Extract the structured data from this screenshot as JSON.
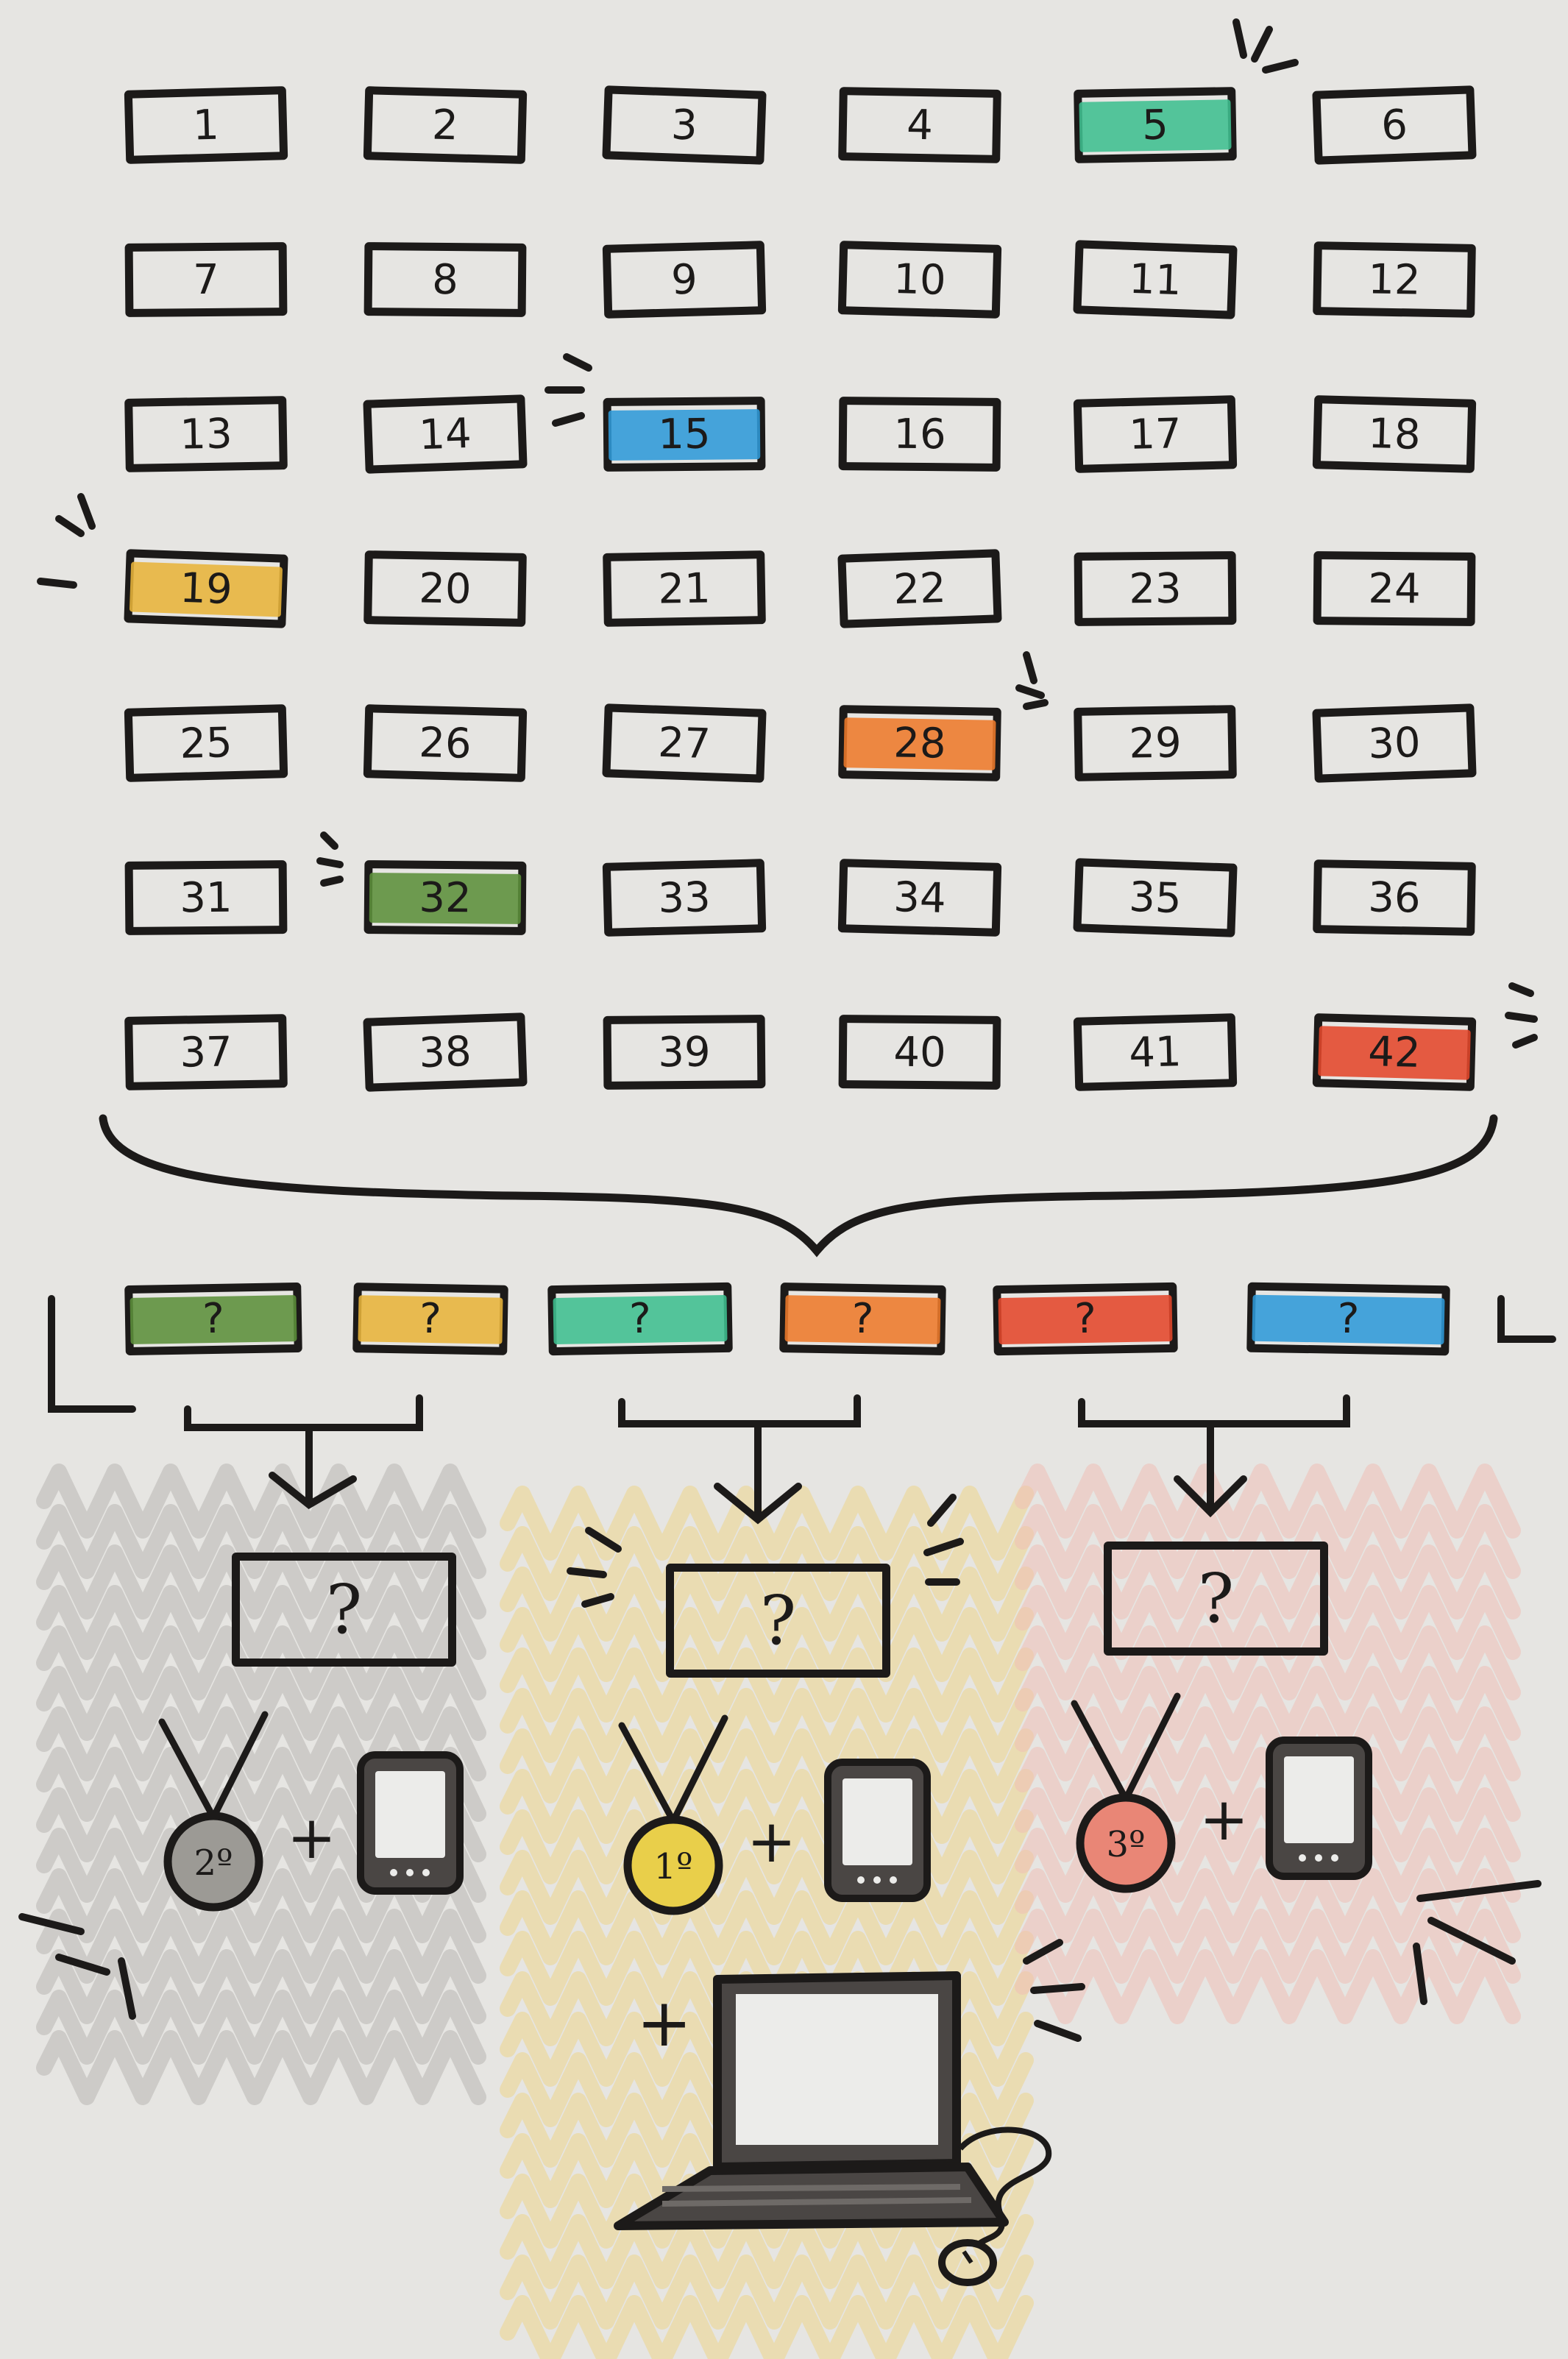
{
  "colors": {
    "ink": "#1c1a19",
    "background": "#e6e5e2",
    "teal": "#3fbf8f",
    "blue": "#2f9ad8",
    "yellow": "#e8b43a",
    "orange": "#ee7a2a",
    "green": "#5c8f3a",
    "red": "#e4472a",
    "silver": "#9c9a95",
    "gold": "#e9cf4a",
    "bronze": "#e98676"
  },
  "grid": {
    "cells": [
      {
        "label": "1"
      },
      {
        "label": "2"
      },
      {
        "label": "3"
      },
      {
        "label": "4"
      },
      {
        "label": "5",
        "color": "teal"
      },
      {
        "label": "6"
      },
      {
        "label": "7"
      },
      {
        "label": "8"
      },
      {
        "label": "9"
      },
      {
        "label": "10"
      },
      {
        "label": "11"
      },
      {
        "label": "12"
      },
      {
        "label": "13"
      },
      {
        "label": "14"
      },
      {
        "label": "15",
        "color": "blue"
      },
      {
        "label": "16"
      },
      {
        "label": "17"
      },
      {
        "label": "18"
      },
      {
        "label": "19",
        "color": "yellow"
      },
      {
        "label": "20"
      },
      {
        "label": "21"
      },
      {
        "label": "22"
      },
      {
        "label": "23"
      },
      {
        "label": "24"
      },
      {
        "label": "25"
      },
      {
        "label": "26"
      },
      {
        "label": "27"
      },
      {
        "label": "28",
        "color": "orange"
      },
      {
        "label": "29"
      },
      {
        "label": "30"
      },
      {
        "label": "31"
      },
      {
        "label": "32",
        "color": "green"
      },
      {
        "label": "33"
      },
      {
        "label": "34"
      },
      {
        "label": "35"
      },
      {
        "label": "36"
      },
      {
        "label": "37"
      },
      {
        "label": "38"
      },
      {
        "label": "39"
      },
      {
        "label": "40"
      },
      {
        "label": "41"
      },
      {
        "label": "42",
        "color": "red"
      }
    ]
  },
  "selected": {
    "boxes": [
      {
        "label": "?",
        "color": "green"
      },
      {
        "label": "?",
        "color": "yellow"
      },
      {
        "label": "?",
        "color": "teal"
      },
      {
        "label": "?",
        "color": "orange"
      },
      {
        "label": "?",
        "color": "red"
      },
      {
        "label": "?",
        "color": "blue"
      }
    ]
  },
  "results": {
    "boxes": [
      {
        "label": "?"
      },
      {
        "label": "?"
      },
      {
        "label": "?"
      }
    ]
  },
  "prizes": {
    "medals": [
      {
        "label": "2º",
        "color": "silver"
      },
      {
        "label": "1º",
        "color": "gold"
      },
      {
        "label": "3º",
        "color": "bronze"
      }
    ],
    "plus": "+"
  }
}
